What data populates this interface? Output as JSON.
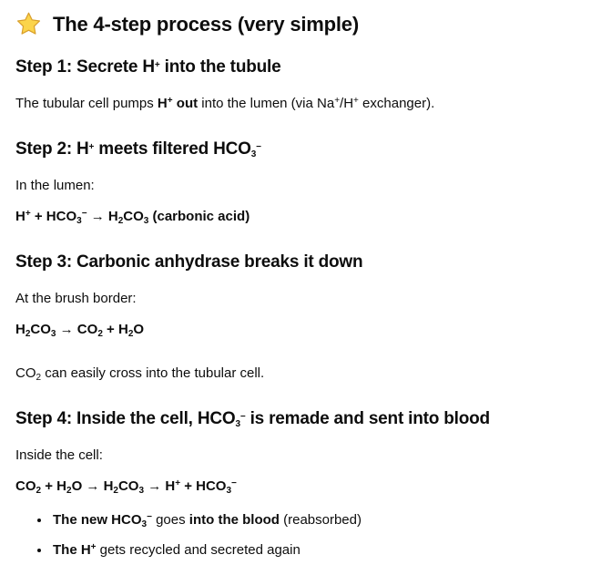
{
  "colors": {
    "background": "#ffffff",
    "text": "#0d0d0d",
    "star_fill": "#fbd44b",
    "star_stroke": "#d99f2b"
  },
  "title": {
    "icon": "star-icon",
    "text": "The 4-step process (very simple)"
  },
  "sections": [
    {
      "heading": "Step 1: Secrete H^+^ into the tubule",
      "body": [
        "The tubular cell pumps **H^+^ out** into the lumen (via Na^+^/H^+^ exchanger)."
      ]
    },
    {
      "heading": "Step 2: H^+^ meets filtered HCO~3~^−^",
      "body": [
        "In the lumen:",
        "**H^+^ + HCO~3~^−^ → H~2~CO~3~ (carbonic acid)**"
      ]
    },
    {
      "heading": "Step 3: Carbonic anhydrase breaks it down",
      "body": [
        "At the brush border:",
        "**H~2~CO~3~ → CO~2~ + H~2~O**",
        "CO~2~ can easily cross into the tubular cell."
      ]
    },
    {
      "heading": "Step 4: Inside the cell, HCO~3~^−^ is remade and sent into blood",
      "body": [
        "Inside the cell:",
        "**CO~2~ + H~2~O → H~2~CO~3~ → H^+^ + HCO~3~^−^**"
      ],
      "bullets": [
        "**The new HCO~3~^−^** goes **into the blood** (reabsorbed)",
        "**The H^+^** gets recycled and secreted again"
      ]
    }
  ]
}
